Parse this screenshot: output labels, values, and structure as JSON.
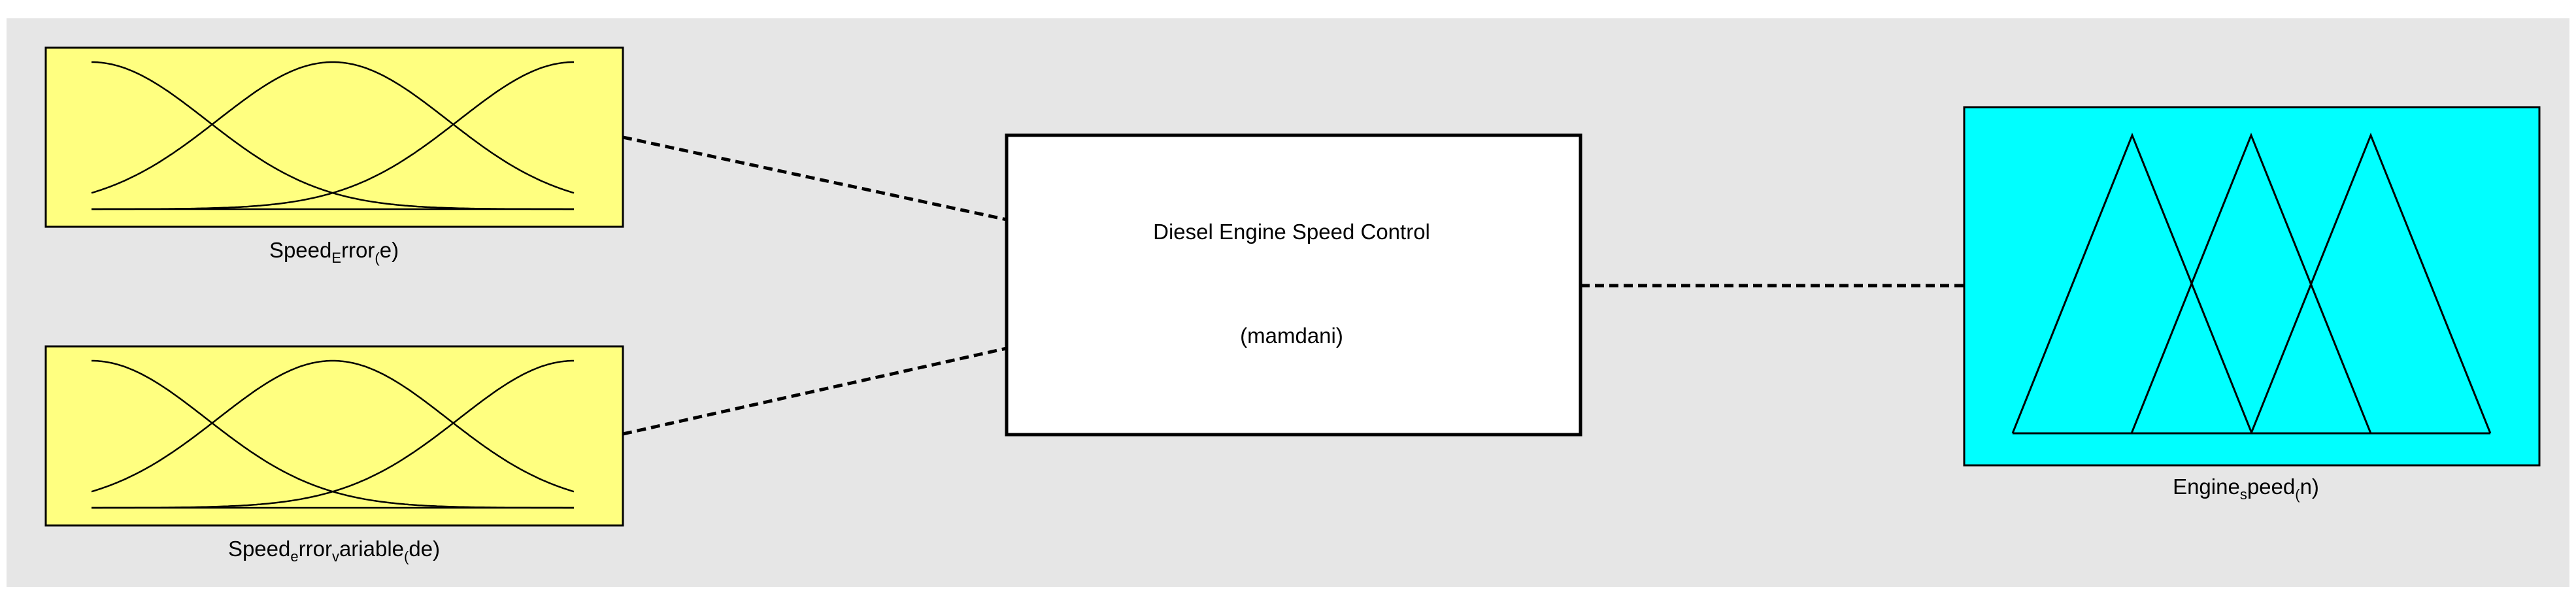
{
  "colors": {
    "canvas": "#e6e6e6",
    "input_box": "#ffff80",
    "output_box": "#00ffff",
    "system_box": "#ffffff",
    "stroke": "#000000"
  },
  "inputs": [
    {
      "label_parts": [
        {
          "text": "Speed",
          "sub": false
        },
        {
          "text": "E",
          "sub": true
        },
        {
          "text": "rror",
          "sub": false
        },
        {
          "text": "(",
          "sub": true
        },
        {
          "text": "e)",
          "sub": false
        }
      ],
      "mf_shape": "gaussian",
      "mf_count": 3
    },
    {
      "label_parts": [
        {
          "text": "Speed",
          "sub": false
        },
        {
          "text": "e",
          "sub": true
        },
        {
          "text": "rror",
          "sub": false
        },
        {
          "text": "v",
          "sub": true
        },
        {
          "text": "ariable",
          "sub": false
        },
        {
          "text": "(",
          "sub": true
        },
        {
          "text": "de)",
          "sub": false
        }
      ],
      "mf_shape": "gaussian",
      "mf_count": 3
    }
  ],
  "system": {
    "name": "Diesel Engine Speed Control",
    "type": "(mamdani)"
  },
  "output": {
    "label_parts": [
      {
        "text": "Engine",
        "sub": false
      },
      {
        "text": "s",
        "sub": true
      },
      {
        "text": "peed",
        "sub": false
      },
      {
        "text": "(",
        "sub": true
      },
      {
        "text": "n)",
        "sub": false
      }
    ],
    "mf_shape": "triangular",
    "mf_count": 3
  }
}
